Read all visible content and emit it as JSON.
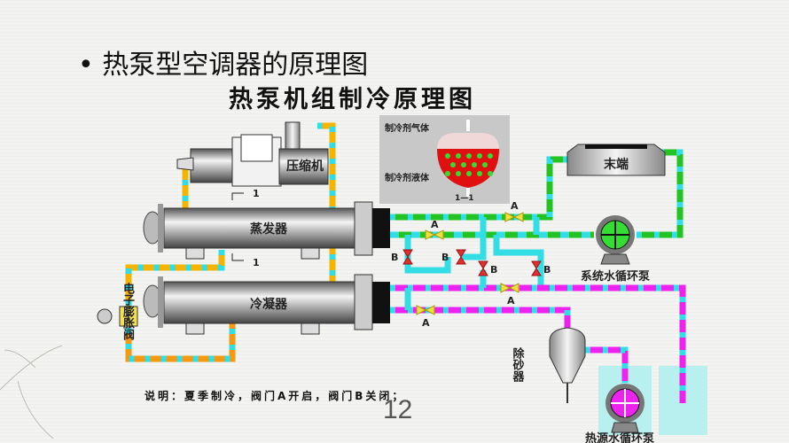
{
  "slide": {
    "title": "热泵型空调器的原理图",
    "bullet": "•",
    "page_number": "12"
  },
  "diagram": {
    "title": "热泵机组制冷原理图",
    "inset": {
      "gas_label": "制冷剂气体",
      "liquid_label": "制冷剂液体",
      "section_label": "1—1"
    },
    "section_mark": "1",
    "components": {
      "compressor": "压缩机",
      "evaporator": "蒸发器",
      "condenser": "冷凝器",
      "expansion_valve": "电子膨胀阀",
      "terminal": "末端",
      "system_pump": "系统水循环泵",
      "sand_remover": "除砂器",
      "source_pump": "热源水循环泵"
    },
    "valve_a": "A",
    "valve_b": "B",
    "caption": "说明：夏季制冷，阀门A开启，阀门B关闭；",
    "colors": {
      "chilled_water": "#22c322",
      "source_water": "#ee22ee",
      "refrigerant": "#f5b400",
      "dash": "#33dde6",
      "valve_a": "#f0e040",
      "valve_b": "#e03030"
    }
  }
}
